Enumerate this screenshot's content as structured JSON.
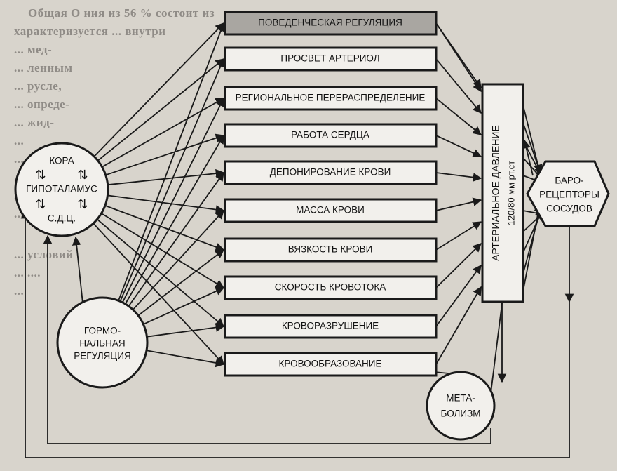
{
  "background_text": [
    "Общая О            ния из 56 % состоит из",
    "характеризуется ...                         внутри",
    "...                                     мед-",
    "...                                    ленным",
    "...                                  русле,",
    "...                                  опреде-",
    "...                                   жид-",
    "...",
    "...",
    "...",
    "...",
    "...",
    "...                               условий",
    "...                               ....",
    "..."
  ],
  "diagram": {
    "boxes": [
      {
        "id": "behavioral",
        "label": "ПОВЕДЕНЧЕСКАЯ РЕГУЛЯЦИЯ",
        "highlighted": true
      },
      {
        "id": "arteriole",
        "label": "ПРОСВЕТ АРТЕРИОЛ"
      },
      {
        "id": "regional",
        "label": "РЕГИОНАЛЬНОЕ ПЕРЕРАСПРЕДЕЛЕНИЕ"
      },
      {
        "id": "heart",
        "label": "РАБОТА СЕРДЦА"
      },
      {
        "id": "depot",
        "label": "ДЕПОНИРОВАНИЕ КРОВИ"
      },
      {
        "id": "mass",
        "label": "МАССА КРОВИ"
      },
      {
        "id": "viscosity",
        "label": "ВЯЗКОСТЬ КРОВИ"
      },
      {
        "id": "speed",
        "label": "СКОРОСТЬ КРОВОТОКА"
      },
      {
        "id": "destruction",
        "label": "КРОВОРАЗРУШЕНИЕ"
      },
      {
        "id": "formation",
        "label": "КРОВООБРАЗОВАНИЕ"
      }
    ],
    "cortex_circle": {
      "line1": "КОРА",
      "line2": "ГИПОТАЛАМУС",
      "line3": "С.Д.Ц."
    },
    "hormonal_circle": {
      "line1": "ГОРМО-",
      "line2": "НАЛЬНАЯ",
      "line3": "РЕГУЛЯЦИЯ"
    },
    "metabolism_circle": {
      "line1": "МЕТА-",
      "line2": "БОЛИЗМ"
    },
    "pressure_box": {
      "line1": "АРТЕРИАЛЬНОЕ ДАВЛЕНИЕ",
      "line2": "120/80 мм рт.ст"
    },
    "baroreceptor_box": {
      "line1": "БАРО-",
      "line2": "РЕЦЕПТОРЫ",
      "line3": "СОСУДОВ"
    },
    "colors": {
      "box_fill": "#f2f0ec",
      "highlight_fill": "#a9a6a1",
      "stroke": "#1a1a1a",
      "page": "#d8d4cc"
    }
  }
}
